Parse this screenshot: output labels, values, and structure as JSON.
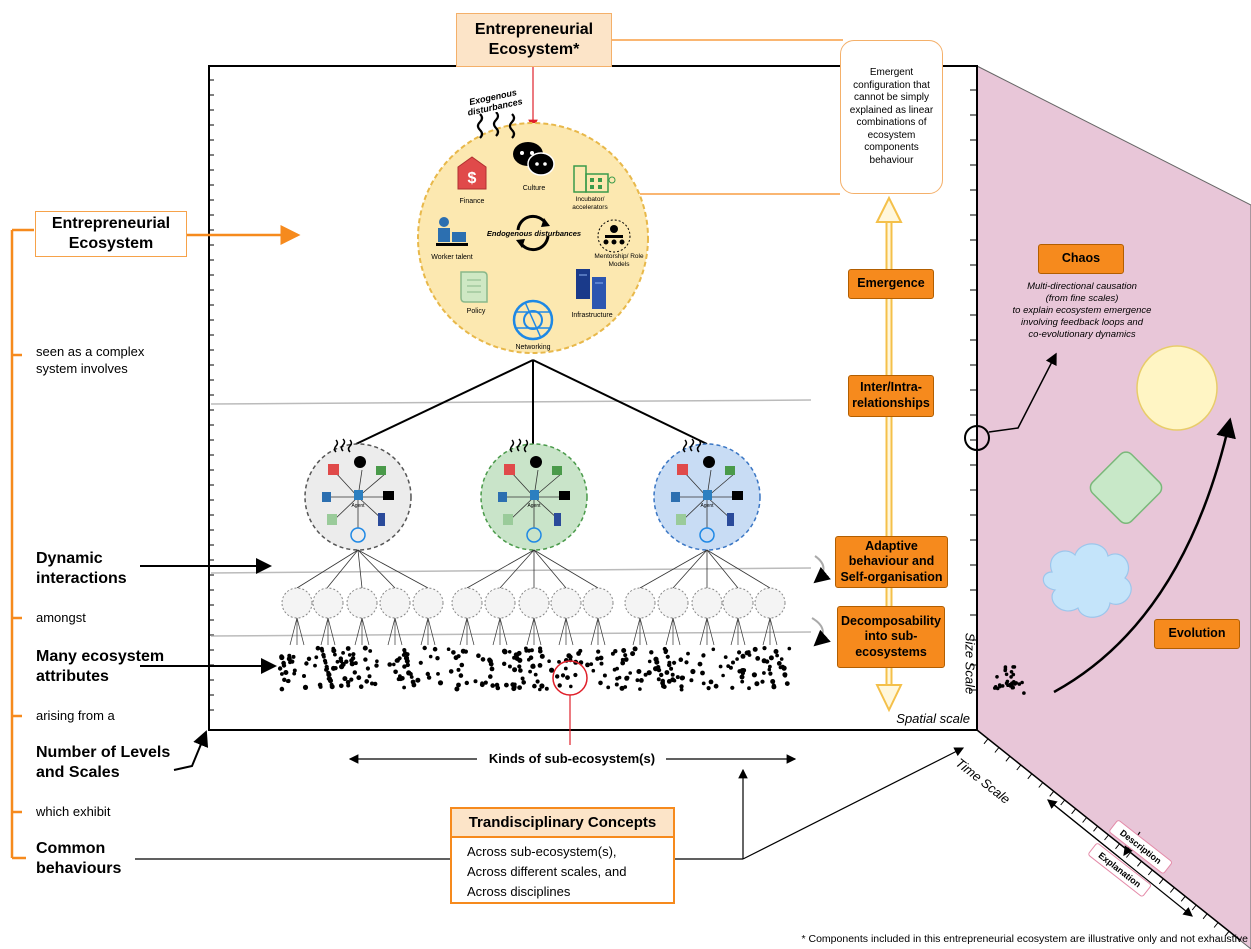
{
  "top_label": "Entrepreneurial Ecosystem*",
  "left_panel": {
    "title": "Entrepreneurial Ecosystem",
    "seen_as": "seen as a complex system involves",
    "dynamic": "Dynamic interactions",
    "amongst": "amongst",
    "many": "Many ecosystem attributes",
    "arising": "arising from a",
    "levels": "Number of Levels and Scales",
    "which_exhibit": "which exhibit",
    "common": "Common behaviours"
  },
  "central_circle": {
    "exogenous": "Exogenous disturbances",
    "endogenous": "Endogenous disturbances",
    "components": [
      "Finance",
      "Culture",
      "Incubator/ accelerators",
      "Worker talent",
      "Mentorship/ Role Models",
      "Policy",
      "Infrastructure",
      "Networking"
    ]
  },
  "sub_ecosystem_agent": "Agent",
  "emergent_note": "Emergent configuration that cannot be simply explained as linear combinations of ecosystem components behaviour",
  "scale_boxes": {
    "emergence": "Emergence",
    "relationships": "Inter/Intra-relationships",
    "adaptive": "Adaptive behaviour and Self-organisation",
    "decomposability": "Decomposability into sub-ecosystems"
  },
  "axes": {
    "size_scale": "Size Scale",
    "spatial_scale": "Spatial scale",
    "time_scale": "Time Scale",
    "kinds": "Kinds of sub-ecosystem(s)"
  },
  "right_panel": {
    "chaos": "Chaos",
    "chaos_text": [
      "Multi-directional causation",
      "(from fine scales)",
      "to explain ecosystem emergence",
      "involving feedback loops and",
      "co-evolutionary dynamics"
    ],
    "evolution": "Evolution",
    "description": "Description",
    "explanation": "Explanation"
  },
  "trandisciplinary": {
    "title": "Trandisciplinary Concepts",
    "lines": [
      "Across sub-ecosystem(s),",
      "Across different scales, and",
      "Across disciplines"
    ]
  },
  "footnote": "* Components included in this entrepreneurial ecosystem are illustrative only and not exhaustive",
  "colors": {
    "orange": "#f68a1d",
    "light_orange": "#fce4c8",
    "circle_fill": "#fce8b0",
    "pink_panel": "#e8c6d8",
    "grey_sub": "#ececec",
    "green_sub": "#c9e4c9",
    "blue_sub": "#c8dcf4"
  }
}
